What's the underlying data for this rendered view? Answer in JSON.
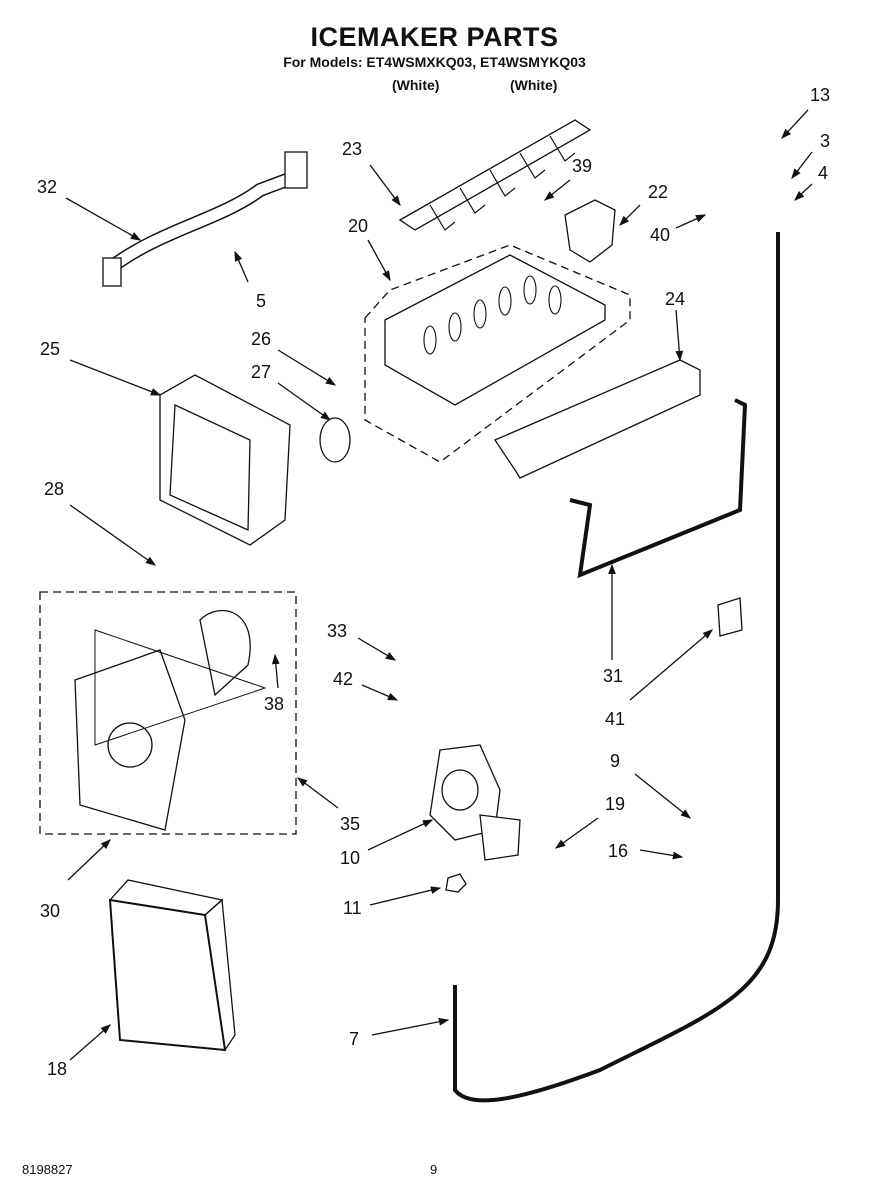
{
  "header": {
    "title": "ICEMAKER PARTS",
    "models_line": "For Models: ET4WSMXKQ03, ET4WSMYKQ03",
    "model_colors": [
      "(White)",
      "(White)"
    ]
  },
  "callouts": [
    {
      "id": "c13",
      "label": "13"
    },
    {
      "id": "c3",
      "label": "3"
    },
    {
      "id": "c4",
      "label": "4"
    },
    {
      "id": "c23",
      "label": "23"
    },
    {
      "id": "c39",
      "label": "39"
    },
    {
      "id": "c22",
      "label": "22"
    },
    {
      "id": "c32",
      "label": "32"
    },
    {
      "id": "c20",
      "label": "20"
    },
    {
      "id": "c40",
      "label": "40"
    },
    {
      "id": "c24",
      "label": "24"
    },
    {
      "id": "c5",
      "label": "5"
    },
    {
      "id": "c25",
      "label": "25"
    },
    {
      "id": "c26",
      "label": "26"
    },
    {
      "id": "c27",
      "label": "27"
    },
    {
      "id": "c28",
      "label": "28"
    },
    {
      "id": "c33",
      "label": "33"
    },
    {
      "id": "c42",
      "label": "42"
    },
    {
      "id": "c38",
      "label": "38"
    },
    {
      "id": "c31",
      "label": "31"
    },
    {
      "id": "c41",
      "label": "41"
    },
    {
      "id": "c9",
      "label": "9"
    },
    {
      "id": "c19",
      "label": "19"
    },
    {
      "id": "c35",
      "label": "35"
    },
    {
      "id": "c16",
      "label": "16"
    },
    {
      "id": "c10",
      "label": "10"
    },
    {
      "id": "c30",
      "label": "30"
    },
    {
      "id": "c11",
      "label": "11"
    },
    {
      "id": "c7",
      "label": "7"
    },
    {
      "id": "c18",
      "label": "18"
    }
  ],
  "footer": {
    "doc_number": "8198827",
    "page_number": "9"
  }
}
